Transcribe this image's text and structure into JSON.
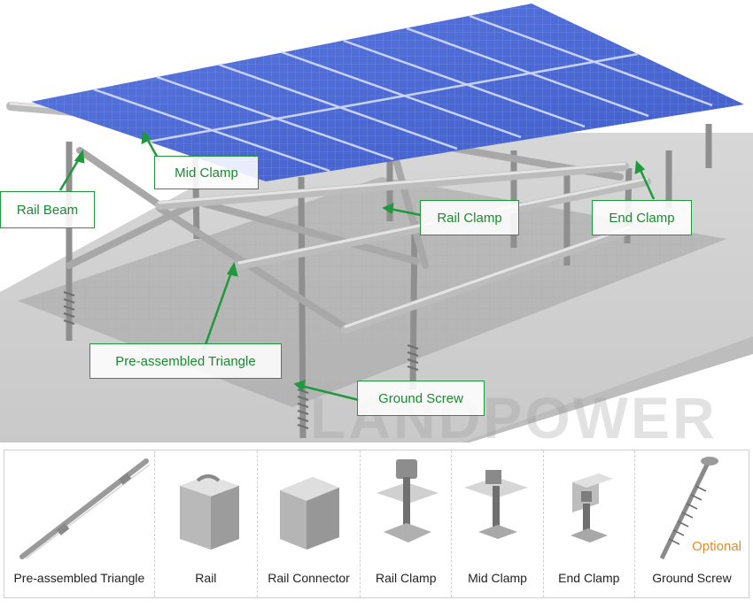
{
  "callouts": {
    "rail_beam": "Rail Beam",
    "mid_clamp": "Mid Clamp",
    "rail_clamp": "Rail Clamp",
    "end_clamp": "End Clamp",
    "pre_assembled_triangle": "Pre-assembled Triangle",
    "ground_screw": "Ground Screw"
  },
  "watermark": "LANDPOWER",
  "parts": [
    {
      "label": "Pre-assembled Triangle"
    },
    {
      "label": "Rail"
    },
    {
      "label": "Rail Connector"
    },
    {
      "label": "Rail Clamp"
    },
    {
      "label": "Mid Clamp"
    },
    {
      "label": "End Clamp"
    },
    {
      "label": "Ground Screw"
    }
  ],
  "optional_note": "Optional",
  "colors": {
    "callout_green": "#1e9a3c",
    "panel_blue": "#4a6ad6",
    "optional_orange": "#e8892a"
  }
}
